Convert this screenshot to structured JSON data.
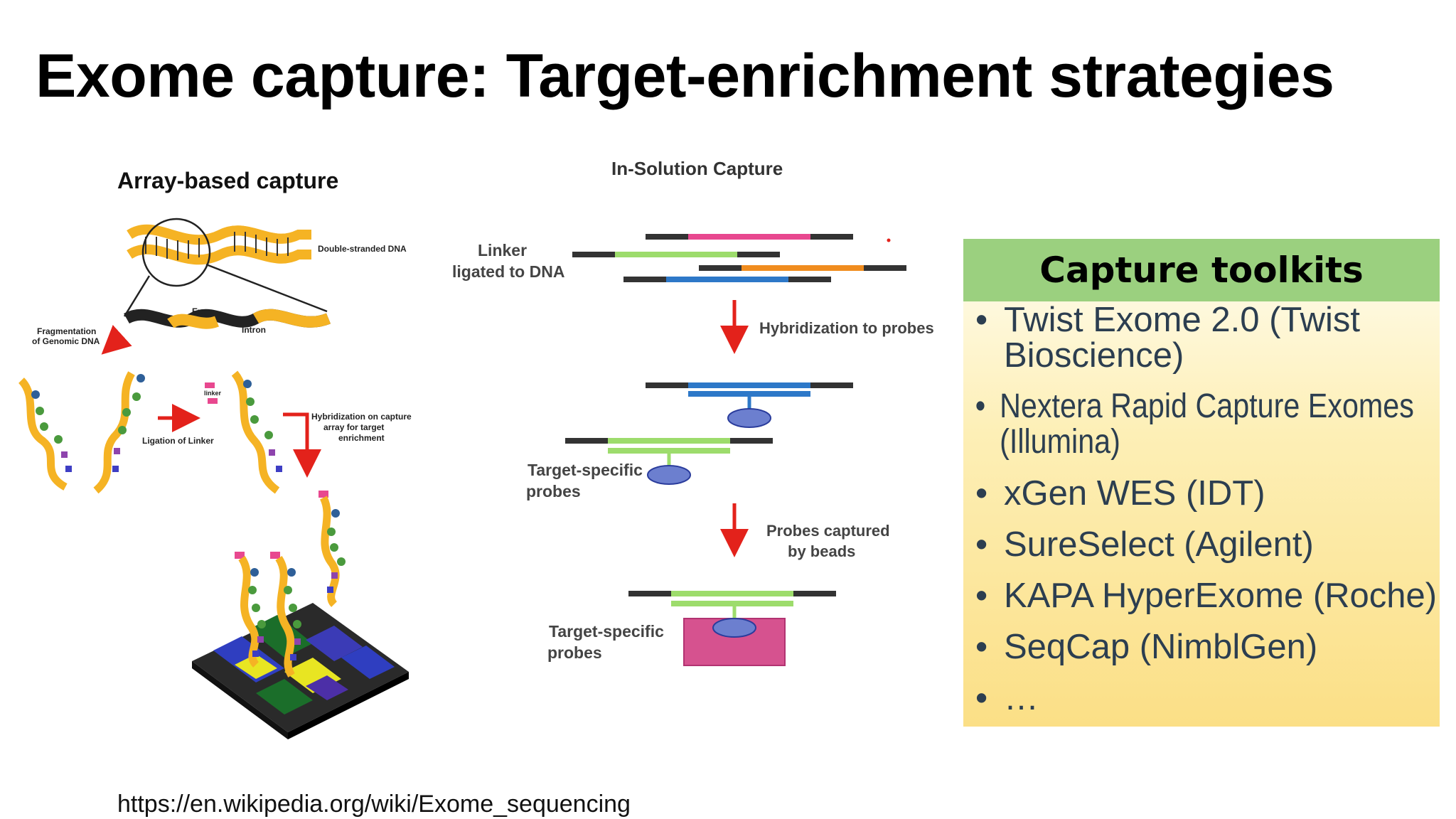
{
  "slide": {
    "title": "Exome capture: Target-enrichment strategies",
    "source_url": "https://en.wikipedia.org/wiki/Exome_sequencing"
  },
  "array_capture": {
    "heading": "Array-based capture",
    "double_stranded_label": "Double-stranded DNA",
    "exon_label": "Exon",
    "intron_label": "Intron",
    "fragmentation_label": [
      "Fragmentation",
      "of Genomic DNA"
    ],
    "ligation_label": "Ligation of Linker",
    "linker_label": "linker",
    "hybridization_label": [
      "Hybridization on capture",
      "array for target",
      "enrichment"
    ]
  },
  "solution_capture": {
    "heading": "In-Solution Capture",
    "linker_label": [
      "Linker",
      "ligated to DNA"
    ],
    "hybridization_label": "Hybridization to probes",
    "probes_label_1": [
      "Target-specific",
      "probes"
    ],
    "beads_label": [
      "Probes captured",
      "by beads"
    ],
    "probes_label_2": [
      "Target-specific",
      "probes"
    ]
  },
  "toolkits": {
    "header": "Capture toolkits",
    "items": [
      "Twist Exome 2.0  (Twist Bioscience)",
      "Nextera Rapid Capture Exomes (Illumina)",
      "xGen WES (IDT)",
      "SureSelect (Agilent)",
      "KAPA HyperExome (Roche)",
      "SeqCap (NimblGen)",
      "…"
    ]
  },
  "colors": {
    "dna_strand": "#f5b324",
    "arrow": "#e3221b",
    "linker": "#e8488f",
    "probe_blue": "#2d78c8",
    "probe_green": "#9ddc6c",
    "bead": "#6c7fcf",
    "header_green": "#9bd07f"
  }
}
